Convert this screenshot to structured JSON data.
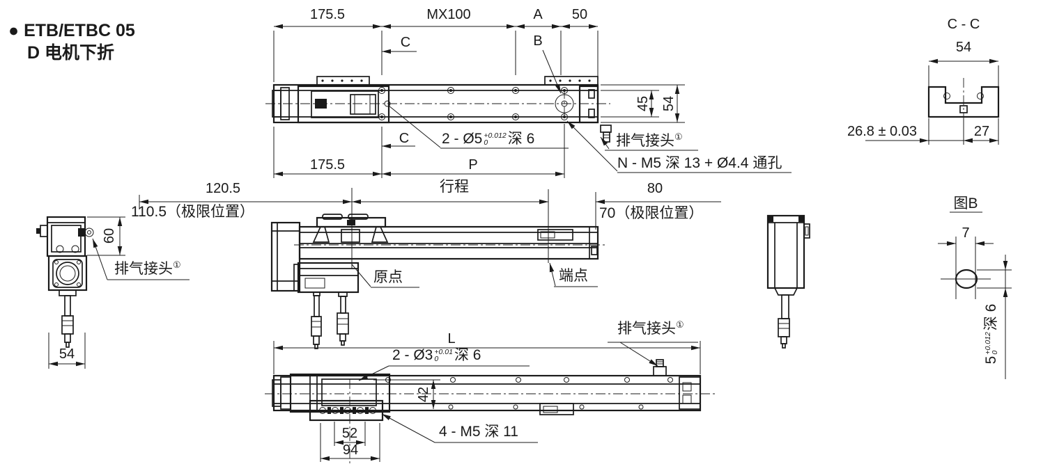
{
  "title": {
    "bullet": "●",
    "line1": "ETB/ETBC 05",
    "line2": "D 电机下折"
  },
  "colors": {
    "line": "#1a1a1a",
    "background": "#ffffff"
  },
  "top_view": {
    "dim_175_left": "175.5",
    "dim_mx100": "MX100",
    "dim_a": "A",
    "dim_50": "50",
    "label_c_top": "C",
    "label_c_bottom": "C",
    "label_b": "B",
    "dim_45": "45",
    "dim_54": "54",
    "note_o5": {
      "prefix": "2 - Ø5",
      "tol_top": "+0.012",
      "tol_bot": "0",
      "suffix": "深 6"
    },
    "exhaust": {
      "text": "排气接头",
      "sup": "①"
    },
    "note_n": "N - M5 深 13 + Ø4.4 通孔",
    "dim_175_bottom": "175.5",
    "dim_p": "P"
  },
  "section_cc": {
    "title": "C - C",
    "dim_54": "54",
    "dim_268": "26.8 ± 0.03",
    "dim_27": "27"
  },
  "mid_row": {
    "dim_1205": "120.5",
    "dim_stroke": "行程",
    "dim_80": "80",
    "limit_left": "110.5（极限位置）",
    "limit_right": "70（极限位置）",
    "label_origin": "原点",
    "label_end": "端点"
  },
  "end_view_left": {
    "dim_60": "60",
    "dim_54": "54",
    "exhaust": {
      "text": "排气接头",
      "sup": "①"
    }
  },
  "detail_b": {
    "title": "图B",
    "dim_7": "7",
    "dim_5": {
      "prefix": "5",
      "tol_top": "+0.012",
      "tol_bot": "0",
      "suffix": "深 6"
    }
  },
  "bottom_view": {
    "dim_l": "L",
    "note_o3": {
      "prefix": "2 - Ø3",
      "tol_top": "+0.01",
      "tol_bot": "0",
      "suffix": "深 6"
    },
    "exhaust": {
      "text": "排气接头",
      "sup": "①"
    },
    "dim_42": "42",
    "dim_52": "52",
    "dim_94": "94",
    "note_m5": "4 - M5 深 11"
  }
}
